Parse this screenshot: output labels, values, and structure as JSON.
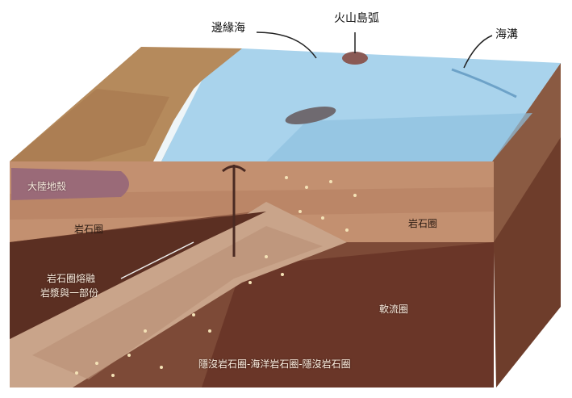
{
  "callouts": {
    "marginal_sea": "邊緣海",
    "volcanic_arc": "火山島弧",
    "trench": "海溝"
  },
  "layers": {
    "continental_crust": "大陸地殼",
    "upper_left": "岩石圈",
    "upper_right": "岩石圈",
    "descending_note_line1": "岩石圈熔融",
    "descending_note_line2": "岩漿與一部份",
    "asthenosphere": "軟流圈",
    "bottom_caption": "隱沒岩石圈-海洋岩石圈-隱沒岩石圈"
  },
  "colors": {
    "ocean": "#a9d3ec",
    "ocean_deep": "#7fb3d8",
    "land": "#b58a5c",
    "crust": "#c39070",
    "mantle": "#7d4a37",
    "mantle_dark": "#5b2f22",
    "slab": "#c9a48a"
  }
}
